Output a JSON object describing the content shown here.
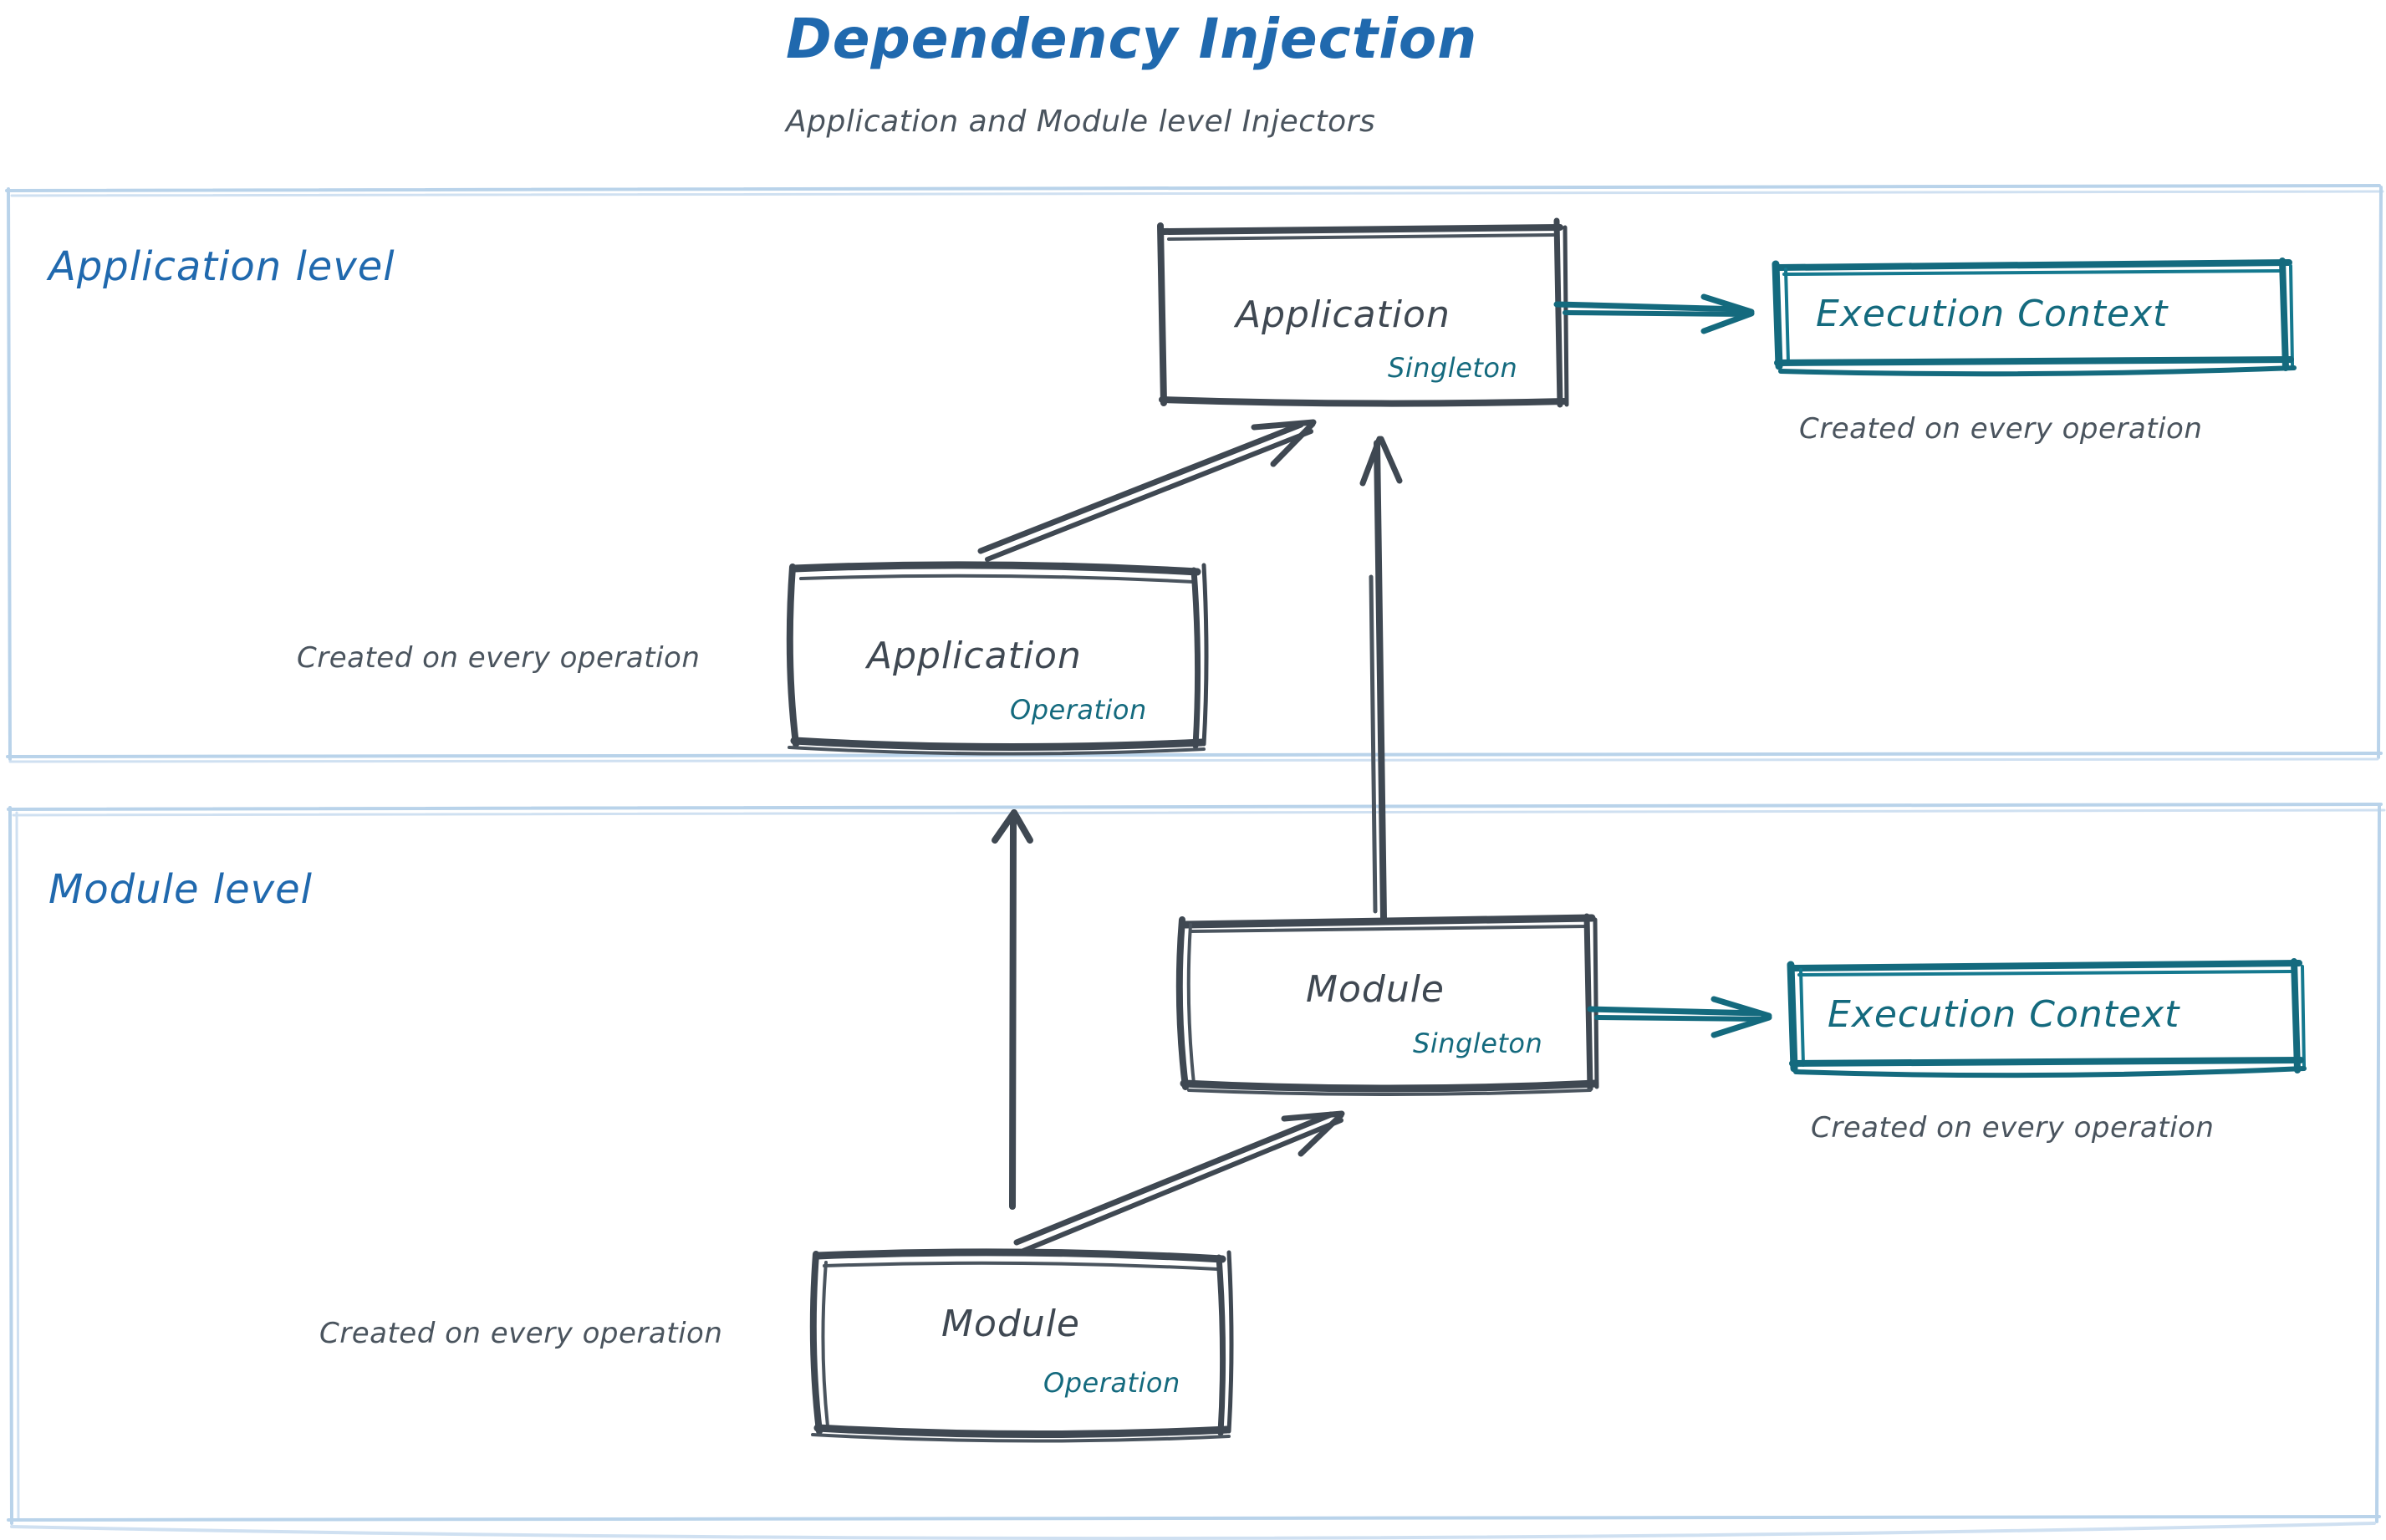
{
  "header": {
    "title": "Dependency Injection",
    "subtitle": "Application and Module level Injectors",
    "title_color": "#2069ae",
    "subtitle_color": "#4a545e"
  },
  "colors": {
    "ink": "#3f4852",
    "teal": "#146a7e",
    "blue": "#2069ae",
    "lane_border": "#b9d3ea",
    "background": "#ffffff"
  },
  "lanes": [
    {
      "id": "application-level",
      "label": "Application level"
    },
    {
      "id": "module-level",
      "label": "Module level"
    }
  ],
  "boxes": [
    {
      "id": "application-singleton",
      "title": "Application",
      "scope": "Singleton",
      "lane": "application-level"
    },
    {
      "id": "application-operation",
      "title": "Application",
      "scope": "Operation",
      "lane": "application-level"
    },
    {
      "id": "module-singleton",
      "title": "Module",
      "scope": "Singleton",
      "lane": "module-level"
    },
    {
      "id": "module-operation",
      "title": "Module",
      "scope": "Operation",
      "lane": "module-level"
    }
  ],
  "context_boxes": [
    {
      "id": "execution-context-application",
      "title": "Execution Context",
      "caption": "Created on every operation",
      "lane": "application-level"
    },
    {
      "id": "execution-context-module",
      "title": "Execution Context",
      "caption": "Created on every operation",
      "lane": "module-level"
    }
  ],
  "notes": [
    {
      "id": "note-application-operation",
      "text": "Created on every operation"
    },
    {
      "id": "note-module-operation",
      "text": "Created on every operation"
    }
  ],
  "arrows": [
    {
      "id": "arrow-app-operation-to-app-singleton",
      "from": "application-operation",
      "to": "application-singleton",
      "style": "double-line",
      "color": "#3f4852"
    },
    {
      "id": "arrow-module-singleton-to-app-singleton",
      "from": "module-singleton",
      "to": "application-singleton",
      "style": "double-line",
      "color": "#3f4852"
    },
    {
      "id": "arrow-module-operation-to-app-operation",
      "from": "module-operation",
      "to": "application-operation",
      "style": "single-line",
      "color": "#3f4852"
    },
    {
      "id": "arrow-module-operation-to-module-singleton",
      "from": "module-operation",
      "to": "module-singleton",
      "style": "double-line",
      "color": "#3f4852"
    },
    {
      "id": "arrow-app-singleton-to-execution-context",
      "from": "application-singleton",
      "to": "execution-context-application",
      "style": "double-line",
      "color": "#146a7e"
    },
    {
      "id": "arrow-module-singleton-to-execution-context",
      "from": "module-singleton",
      "to": "execution-context-module",
      "style": "double-line",
      "color": "#146a7e"
    }
  ]
}
